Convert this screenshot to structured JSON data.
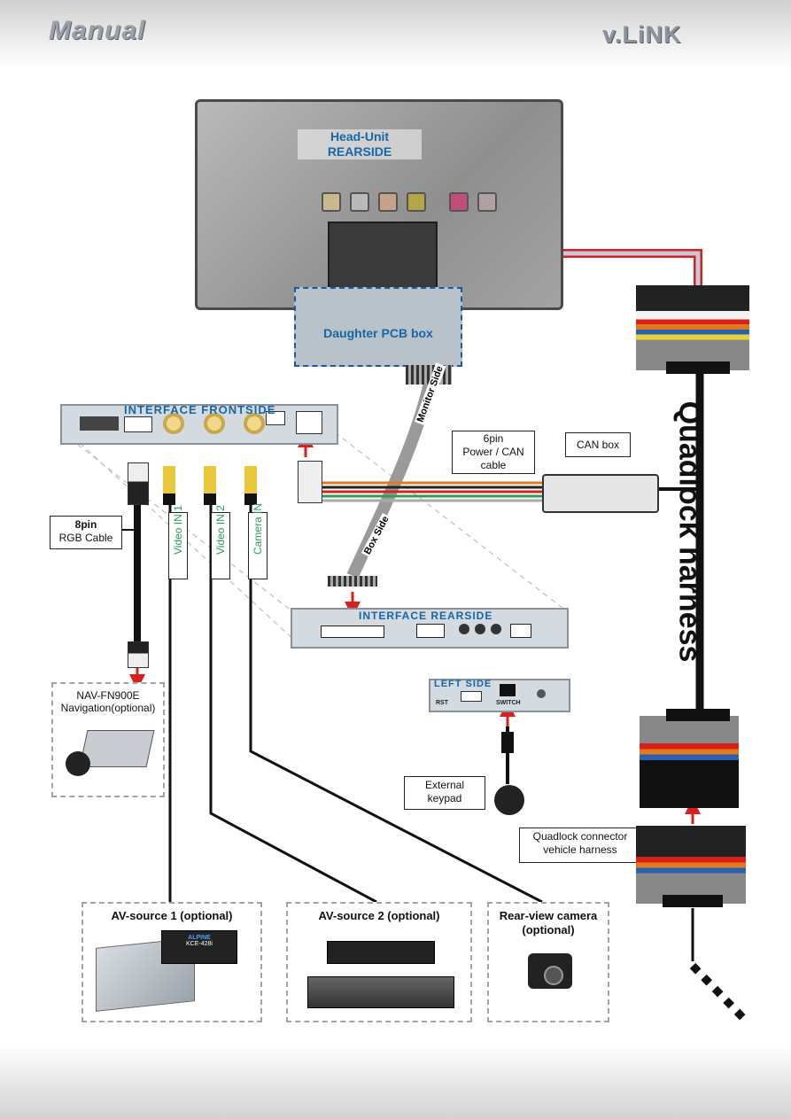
{
  "header": {
    "manual_title": "Manual",
    "brand_logo": "v.LiNK"
  },
  "head_unit": {
    "label_line1": "Head-Unit",
    "label_line2": "REARSIDE"
  },
  "daughter_pcb": {
    "label": "Daughter PCB box"
  },
  "interface_frontside": {
    "label": "INTERFACE FRONTSIDE"
  },
  "interface_rearside": {
    "label": "INTERFACE REARSIDE"
  },
  "left_side": {
    "label": "LEFT SIDE",
    "rst_label": "RST",
    "switch_label": "SWITCH"
  },
  "cable_labels": {
    "monitor_side": "Monitor Side",
    "box_side": "Box Side",
    "pin6_line1": "6pin",
    "pin6_line2": "Power / CAN",
    "pin6_line3": "cable",
    "can_box": "CAN box",
    "pin8_line1": "8pin",
    "pin8_line2": "RGB Cable",
    "video_in_1": "Video IN 1",
    "video_in_2": "Video IN 2",
    "camera_in": "Camera IN",
    "quadlock_harness": "Quadlock harness",
    "external_keypad_line1": "External",
    "external_keypad_line2": "keypad",
    "quadlock_connector_line1": "Quadlock connector",
    "quadlock_connector_line2": "vehicle harness"
  },
  "navigation": {
    "line1": "NAV-FN900E",
    "line2": "Navigation(optional)"
  },
  "av_source_1": {
    "title": "AV-source 1 (optional)",
    "device_text_line1": "ALPINE",
    "device_text_line2": "KCE-428i"
  },
  "av_source_2": {
    "title": "AV-source 2 (optional)"
  },
  "rear_camera": {
    "title_line1": "Rear-view camera",
    "title_line2": "(optional)"
  },
  "colors": {
    "accent_blue": "#1767a6",
    "arrow_red": "#d8201c",
    "label_green": "#2a9a5f"
  }
}
